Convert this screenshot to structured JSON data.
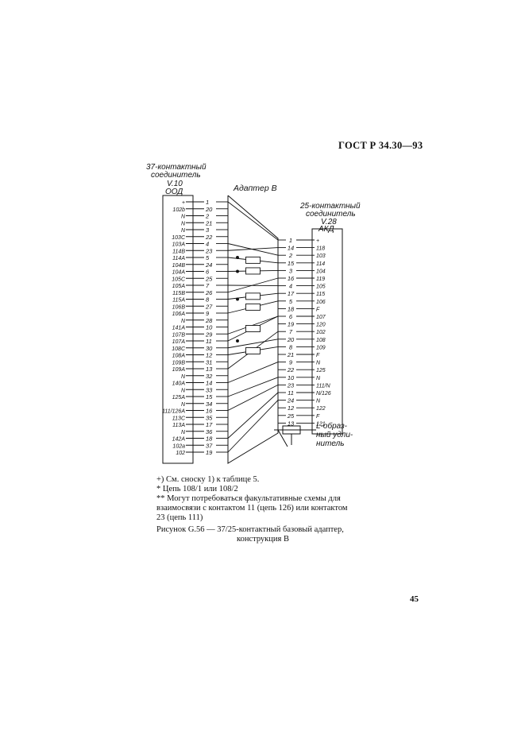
{
  "header": {
    "standard": "ГОСТ Р 34.30—93"
  },
  "diagram": {
    "left_connector": {
      "title_1": "37-контактный",
      "title_2": "соединитель",
      "title_3": "V.10",
      "title_4": "ООД"
    },
    "adapter_label": "Адаптер В",
    "right_connector": {
      "title_1": "25-контактный",
      "title_2": "соединитель",
      "title_3": "V.28",
      "title_4": "АКД"
    },
    "l_element": {
      "line_1": "L-образ-",
      "line_2": "ный удли-",
      "line_3": "нитель"
    },
    "left_pins": [
      {
        "circuit": "+",
        "pin": "1"
      },
      {
        "circuit": "102b",
        "pin": "20"
      },
      {
        "circuit": "N",
        "pin": "2"
      },
      {
        "circuit": "N",
        "pin": "21"
      },
      {
        "circuit": "N",
        "pin": "3"
      },
      {
        "circuit": "103C",
        "pin": "22"
      },
      {
        "circuit": "103A",
        "pin": "4"
      },
      {
        "circuit": "114B",
        "pin": "23"
      },
      {
        "circuit": "114A",
        "pin": "5"
      },
      {
        "circuit": "104B",
        "pin": "24"
      },
      {
        "circuit": "104A",
        "pin": "6"
      },
      {
        "circuit": "105C",
        "pin": "25"
      },
      {
        "circuit": "105A",
        "pin": "7"
      },
      {
        "circuit": "115B",
        "pin": "26"
      },
      {
        "circuit": "115A",
        "pin": "8"
      },
      {
        "circuit": "106B",
        "pin": "27"
      },
      {
        "circuit": "106A",
        "pin": "9"
      },
      {
        "circuit": "N",
        "pin": "28"
      },
      {
        "circuit": "141A",
        "pin": "10"
      },
      {
        "circuit": "107B",
        "pin": "29"
      },
      {
        "circuit": "107A",
        "pin": "11"
      },
      {
        "circuit": "108C",
        "pin": "30"
      },
      {
        "circuit": "108A",
        "pin": "12"
      },
      {
        "circuit": "109B",
        "pin": "31"
      },
      {
        "circuit": "109A",
        "pin": "13"
      },
      {
        "circuit": "N",
        "pin": "32"
      },
      {
        "circuit": "140A",
        "pin": "14"
      },
      {
        "circuit": "N",
        "pin": "33"
      },
      {
        "circuit": "125A",
        "pin": "15"
      },
      {
        "circuit": "N",
        "pin": "34"
      },
      {
        "circuit": "111/126A",
        "pin": "16"
      },
      {
        "circuit": "113C",
        "pin": "35"
      },
      {
        "circuit": "113A",
        "pin": "17"
      },
      {
        "circuit": "N",
        "pin": "36"
      },
      {
        "circuit": "142A",
        "pin": "18"
      },
      {
        "circuit": "102a",
        "pin": "37"
      },
      {
        "circuit": "102",
        "pin": "19"
      }
    ],
    "right_pins": [
      {
        "pin": "1",
        "circuit": "+"
      },
      {
        "pin": "14",
        "circuit": "118"
      },
      {
        "pin": "2",
        "circuit": "103"
      },
      {
        "pin": "15",
        "circuit": "114"
      },
      {
        "pin": "3",
        "circuit": "104"
      },
      {
        "pin": "16",
        "circuit": "119"
      },
      {
        "pin": "4",
        "circuit": "105"
      },
      {
        "pin": "17",
        "circuit": "115"
      },
      {
        "pin": "5",
        "circuit": "106"
      },
      {
        "pin": "18",
        "circuit": "F"
      },
      {
        "pin": "6",
        "circuit": "107"
      },
      {
        "pin": "19",
        "circuit": "120"
      },
      {
        "pin": "7",
        "circuit": "102"
      },
      {
        "pin": "20",
        "circuit": "108"
      },
      {
        "pin": "8",
        "circuit": "109"
      },
      {
        "pin": "21",
        "circuit": "F"
      },
      {
        "pin": "9",
        "circuit": "N"
      },
      {
        "pin": "22",
        "circuit": "125"
      },
      {
        "pin": "10",
        "circuit": "N"
      },
      {
        "pin": "23",
        "circuit": "111/N"
      },
      {
        "pin": "11",
        "circuit": "N/126"
      },
      {
        "pin": "24",
        "circuit": "N"
      },
      {
        "pin": "12",
        "circuit": "122"
      },
      {
        "pin": "25",
        "circuit": "F"
      },
      {
        "pin": "13",
        "circuit": "121"
      }
    ]
  },
  "footnotes": [
    "+) См. сноску 1) к таблице 5.",
    "* Цепь 108/1 или 108/2",
    "** Могут потребоваться факультативные схемы для",
    "взаимосвязи с контактом 11 (цепь 126) или контактом",
    "23 (цепь 111)"
  ],
  "caption": {
    "line_1": "Рисунок G.56 — 37/25-контактный базовый адаптер,",
    "line_2": "конструкция В"
  },
  "page_number": "45"
}
